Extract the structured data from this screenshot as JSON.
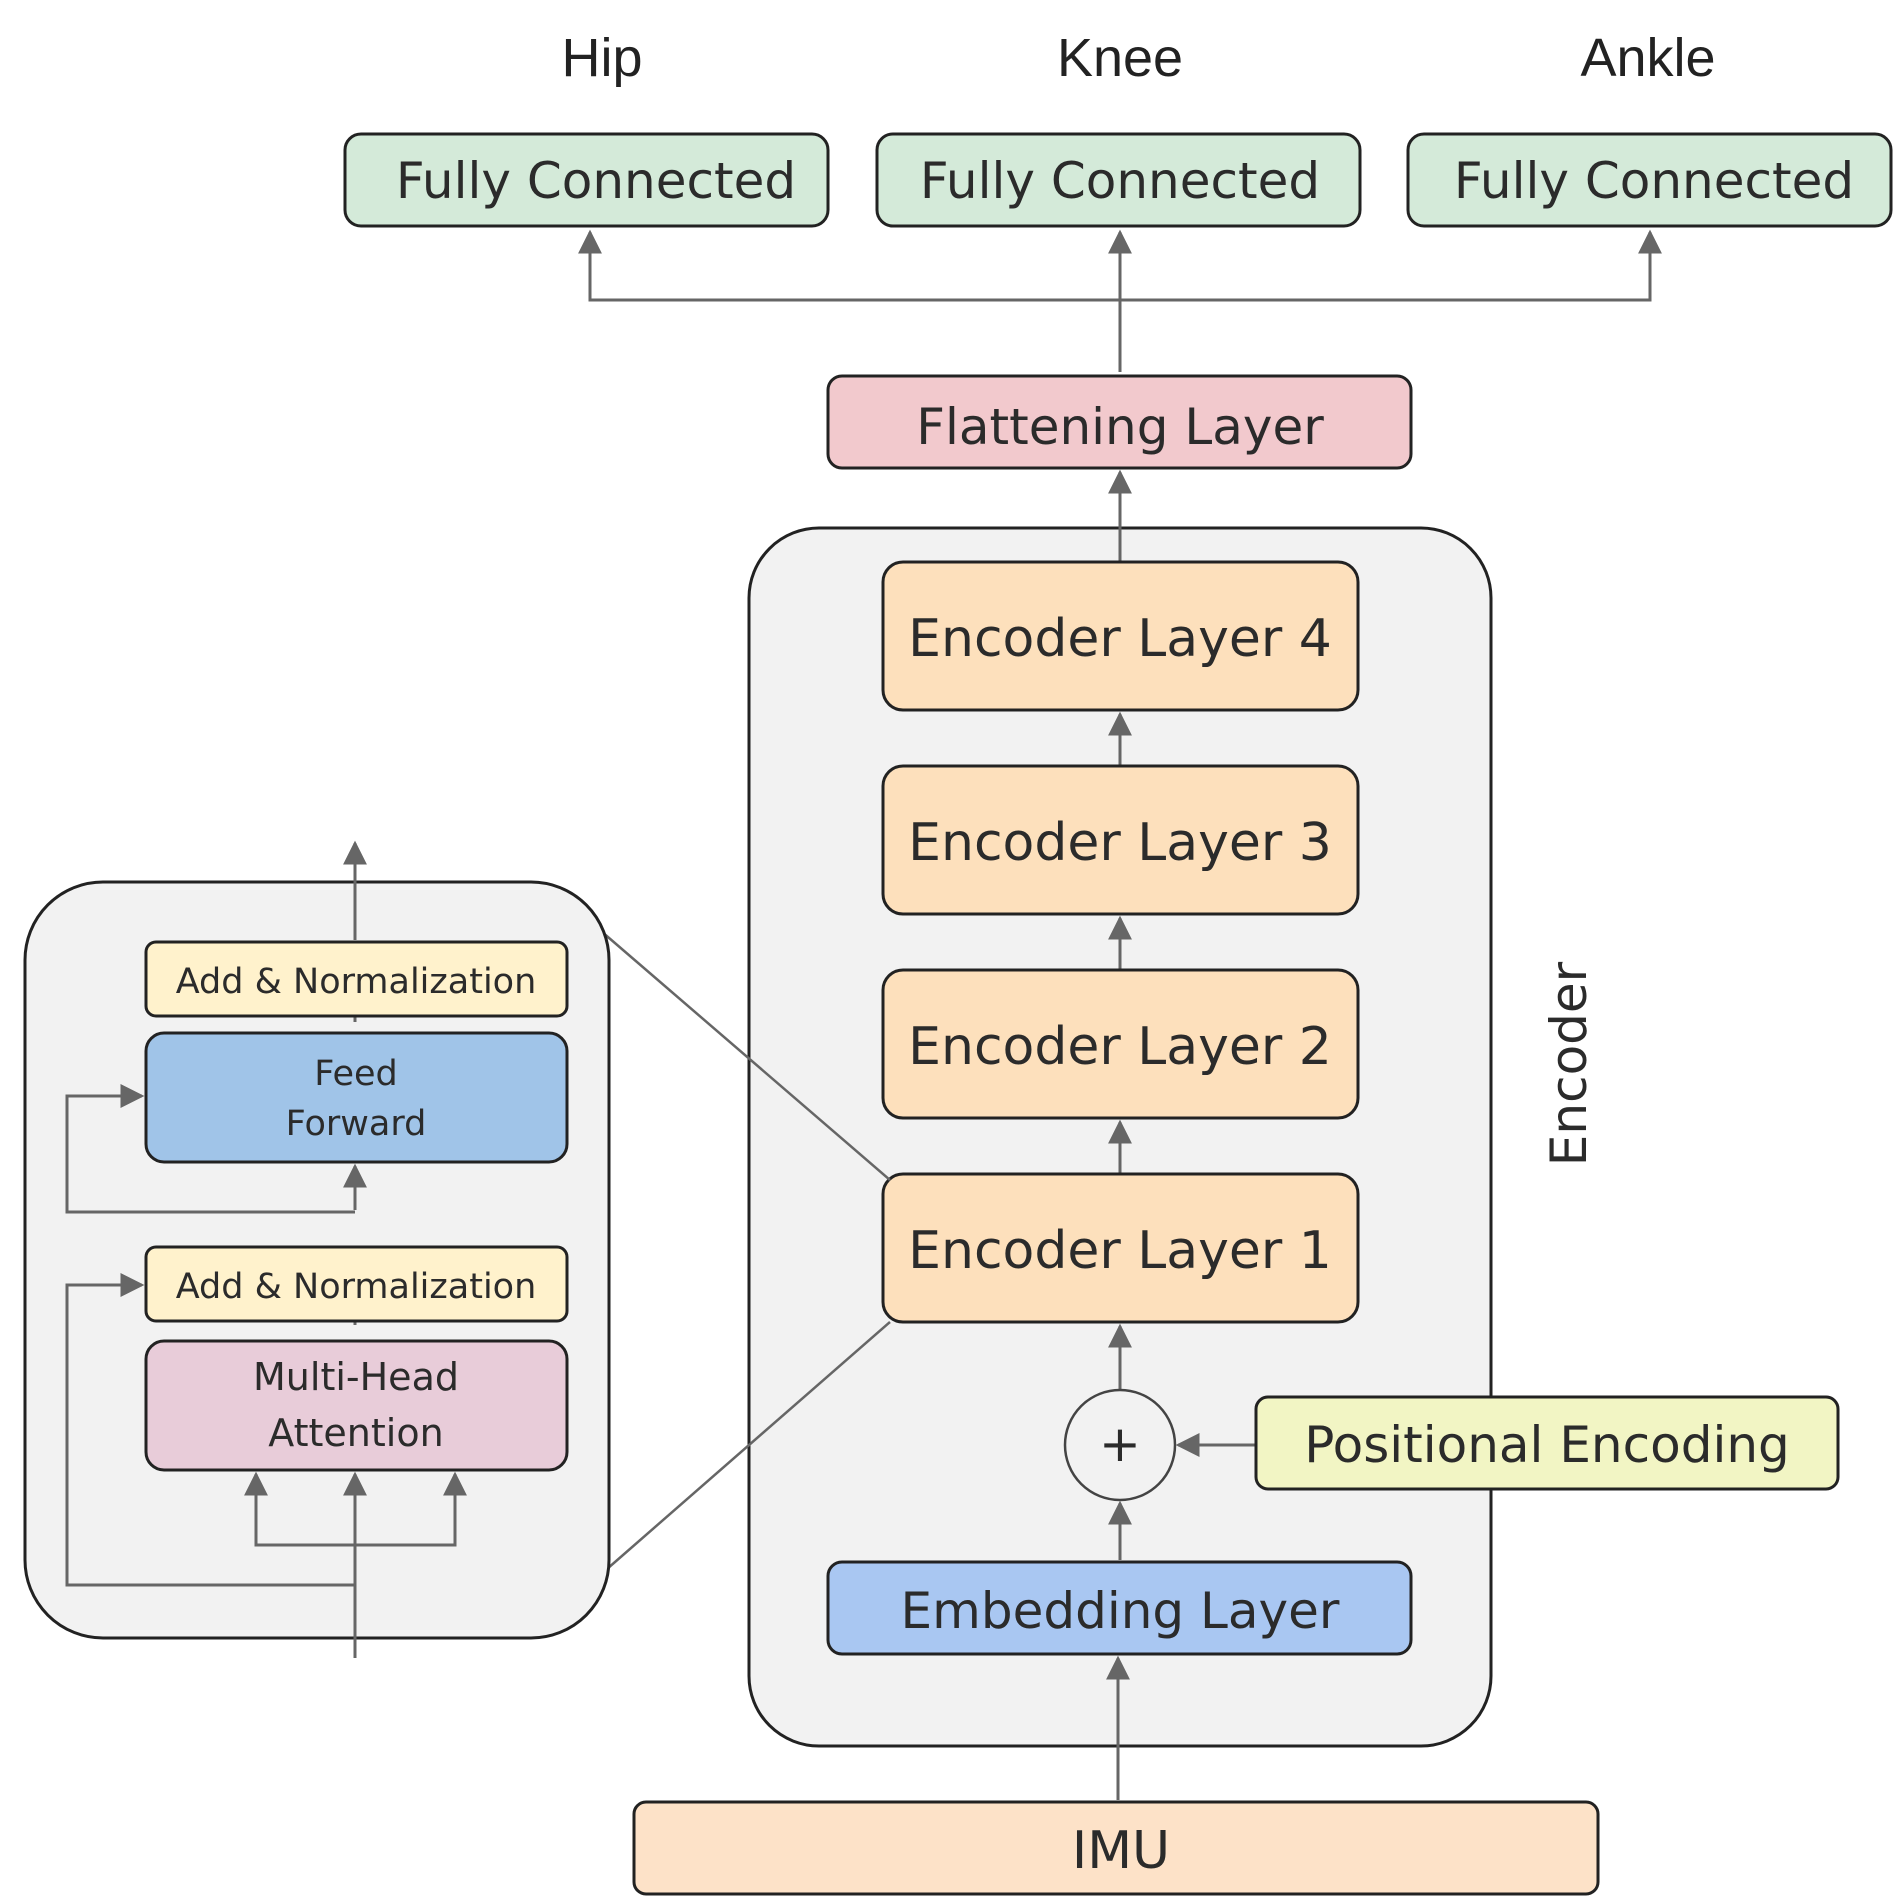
{
  "outputs": [
    {
      "joint": "Hip",
      "box": "Fully Connected"
    },
    {
      "joint": "Knee",
      "box": "Fully Connected"
    },
    {
      "joint": "Ankle",
      "box": "Fully Connected"
    }
  ],
  "flattening": "Flattening Layer",
  "encoder": {
    "title": "Encoder",
    "layers": [
      "Encoder Layer 4",
      "Encoder Layer 3",
      "Encoder Layer 2",
      "Encoder Layer 1"
    ],
    "plus": "+",
    "positional": "Positional Encoding",
    "embedding": "Embedding Layer"
  },
  "input": "IMU",
  "detail": {
    "add_norm_top": "Add & Normalization",
    "ff_line1": "Feed",
    "ff_line2": "Forward",
    "add_norm_bottom": "Add & Normalization",
    "mha_line1": "Multi-Head",
    "mha_line2": "Attention"
  },
  "colors": {
    "fc": "#d4ead9",
    "flatten": "#f2c9cd",
    "encoder_layer": "#fde0bc",
    "embedding": "#a9c7f2",
    "positional": "#f2f5c4",
    "imu": "#fde2c8",
    "add_norm": "#fff2cc",
    "feed_forward": "#a0c4e8",
    "mha": "#e8ccd9",
    "container": "#f2f2f2",
    "arrow": "#666666"
  }
}
